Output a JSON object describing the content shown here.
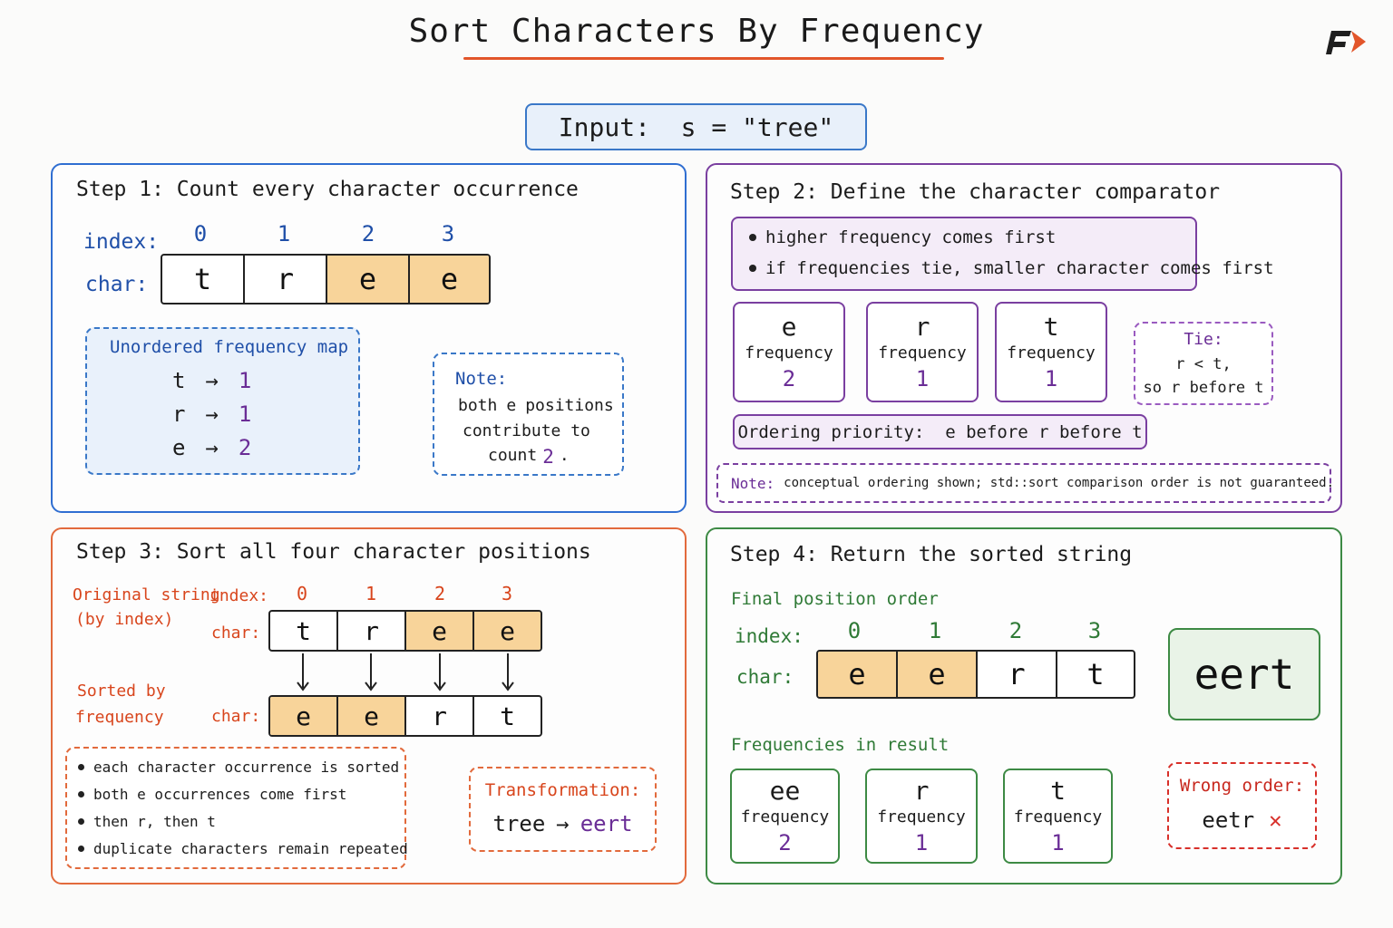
{
  "title": "Sort Characters By Frequency",
  "input_label": "Input:  s = \"tree\"",
  "step1": {
    "title": "Step 1: Count every character occurrence",
    "index_label": "index:",
    "char_label": "char:",
    "indices": [
      "0",
      "1",
      "2",
      "3"
    ],
    "chars": [
      "t",
      "r",
      "e",
      "e"
    ],
    "map_title": "Unordered frequency map",
    "map": [
      {
        "key": "t",
        "arrow": "→",
        "val": "1"
      },
      {
        "key": "r",
        "arrow": "→",
        "val": "1"
      },
      {
        "key": "e",
        "arrow": "→",
        "val": "2"
      }
    ],
    "note_title": "Note:",
    "note_line1_a": "both",
    "note_line1_b": "e",
    "note_line1_c": "positions",
    "note_line2": "contribute to",
    "note_line3_a": "count",
    "note_line3_b": "2",
    "note_line3_c": "."
  },
  "step2": {
    "title": "Step 2: Define the character comparator",
    "rules": [
      "higher frequency comes first",
      "if frequencies tie, smaller character comes first"
    ],
    "cards": [
      {
        "ch": "e",
        "word": "frequency",
        "val": "2"
      },
      {
        "ch": "r",
        "word": "frequency",
        "val": "1"
      },
      {
        "ch": "t",
        "word": "frequency",
        "val": "1"
      }
    ],
    "tie_title": "Tie:",
    "tie_line1": "r < t,",
    "tie_line2": "so r before t",
    "ordering": "Ordering priority:  e before r before t",
    "note_label": "Note:",
    "note_text": "conceptual ordering shown; std::sort comparison order is not guaranteed."
  },
  "step3": {
    "title": "Step 3: Sort all four character positions",
    "orig_label_1": "Original string",
    "orig_label_2": "(by index)",
    "sorted_label_1": "Sorted by",
    "sorted_label_2": "frequency",
    "index_label": "index:",
    "char_label": "char:",
    "char_label2": "char:",
    "indices": [
      "0",
      "1",
      "2",
      "3"
    ],
    "orig_chars": [
      "t",
      "r",
      "e",
      "e"
    ],
    "sorted_chars": [
      "e",
      "e",
      "r",
      "t"
    ],
    "bullets": [
      "each character occurrence is sorted",
      "both e occurrences come first",
      "then r, then t",
      "duplicate characters remain repeated"
    ],
    "transform_title": "Transformation:",
    "transform_from": "tree",
    "transform_arrow": "→",
    "transform_to": "eert"
  },
  "step4": {
    "title": "Step 4: Return the sorted string",
    "final_label": "Final position order",
    "index_label": "index:",
    "char_label": "char:",
    "indices": [
      "0",
      "1",
      "2",
      "3"
    ],
    "chars": [
      "e",
      "e",
      "r",
      "t"
    ],
    "result": "eert",
    "freq_label": "Frequencies in result",
    "cards": [
      {
        "ch": "ee",
        "word": "frequency",
        "val": "2"
      },
      {
        "ch": "r",
        "word": "frequency",
        "val": "1"
      },
      {
        "ch": "t",
        "word": "frequency",
        "val": "1"
      }
    ],
    "wrong_title": "Wrong order:",
    "wrong_value": "eetr",
    "wrong_mark": "✕"
  }
}
